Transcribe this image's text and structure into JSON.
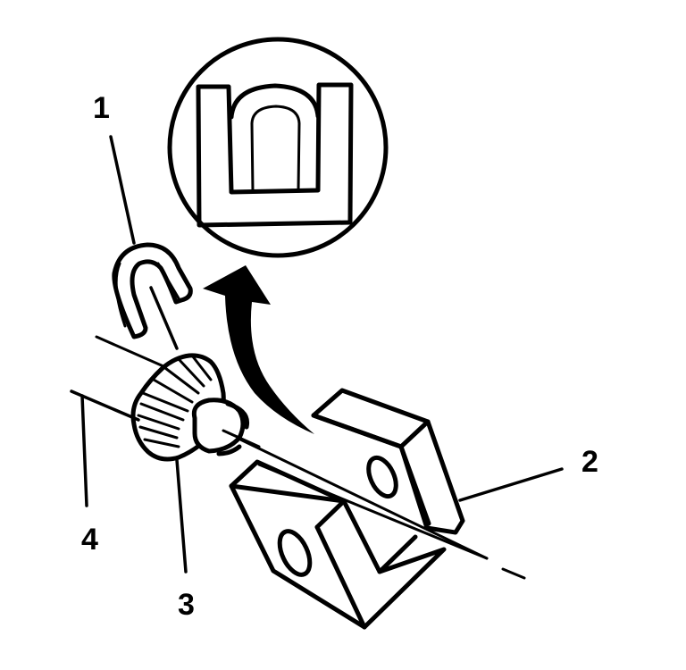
{
  "diagram": {
    "type": "exploded-parts-illustration",
    "background": "#ffffff",
    "ink_color": "#000000",
    "callouts": [
      {
        "id": "1",
        "label": "1",
        "part": "u-shaped retaining clip"
      },
      {
        "id": "2",
        "label": "2",
        "part": "u-shaped bracket with mounting holes"
      },
      {
        "id": "3",
        "label": "3",
        "part": "bevel gear with hub"
      },
      {
        "id": "4",
        "label": "4",
        "part": "shaft / axis centerline"
      }
    ],
    "detail_view": {
      "shape": "circle",
      "content": "end view of clip seated in bracket slot",
      "arrow": "curved solid arrow pointing from bracket to detail circle"
    }
  }
}
